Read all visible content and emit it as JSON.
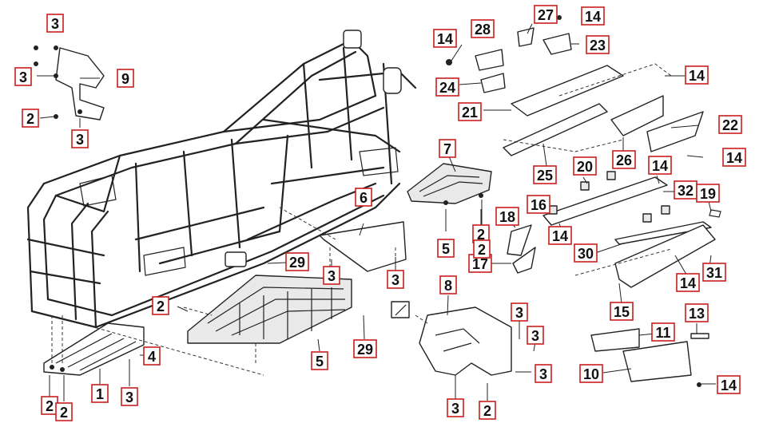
{
  "colors": {
    "callout_border": "#c81e1e",
    "line": "#222222",
    "background": "#ffffff"
  },
  "callouts": [
    {
      "id": "c3-top-left",
      "label": "3"
    },
    {
      "id": "c3-left-a",
      "label": "3"
    },
    {
      "id": "c9",
      "label": "9"
    },
    {
      "id": "c2-left",
      "label": "2"
    },
    {
      "id": "c3-left-b",
      "label": "3"
    },
    {
      "id": "c27",
      "label": "27"
    },
    {
      "id": "c14-top",
      "label": "14"
    },
    {
      "id": "c28",
      "label": "28"
    },
    {
      "id": "c23",
      "label": "23"
    },
    {
      "id": "c14-left",
      "label": "14"
    },
    {
      "id": "c24",
      "label": "24"
    },
    {
      "id": "c14-right-a",
      "label": "14"
    },
    {
      "id": "c21",
      "label": "21"
    },
    {
      "id": "c22",
      "label": "22"
    },
    {
      "id": "c7",
      "label": "7"
    },
    {
      "id": "c26",
      "label": "26"
    },
    {
      "id": "c14-right-b",
      "label": "14"
    },
    {
      "id": "c25",
      "label": "25"
    },
    {
      "id": "c20",
      "label": "20"
    },
    {
      "id": "c14-rail",
      "label": "14"
    },
    {
      "id": "c6",
      "label": "6"
    },
    {
      "id": "c32",
      "label": "32"
    },
    {
      "id": "c19",
      "label": "19"
    },
    {
      "id": "c16",
      "label": "16"
    },
    {
      "id": "c18",
      "label": "18"
    },
    {
      "id": "c2-mid",
      "label": "2"
    },
    {
      "id": "c14-mid",
      "label": "14"
    },
    {
      "id": "c5-bolt",
      "label": "5"
    },
    {
      "id": "c29-mid",
      "label": "29"
    },
    {
      "id": "c17",
      "label": "17"
    },
    {
      "id": "c30",
      "label": "30"
    },
    {
      "id": "c31",
      "label": "31"
    },
    {
      "id": "c3-mid-a",
      "label": "3"
    },
    {
      "id": "c3-mid-b",
      "label": "3"
    },
    {
      "id": "c14-lower",
      "label": "14"
    },
    {
      "id": "c8",
      "label": "8"
    },
    {
      "id": "c2-plate",
      "label": "2"
    },
    {
      "id": "c15",
      "label": "15"
    },
    {
      "id": "c13",
      "label": "13"
    },
    {
      "id": "c3-fender-a",
      "label": "3"
    },
    {
      "id": "c3-fender-b",
      "label": "3"
    },
    {
      "id": "c11",
      "label": "11"
    },
    {
      "id": "c29-low",
      "label": "29"
    },
    {
      "id": "c4",
      "label": "4"
    },
    {
      "id": "c2-bolt",
      "label": "2"
    },
    {
      "id": "c5",
      "label": "5"
    },
    {
      "id": "c3-fender-c",
      "label": "3"
    },
    {
      "id": "c10",
      "label": "10"
    },
    {
      "id": "c14-bottom",
      "label": "14"
    },
    {
      "id": "c3-bottom-left",
      "label": "3"
    },
    {
      "id": "c1",
      "label": "1"
    },
    {
      "id": "c2-bottom-a",
      "label": "2"
    },
    {
      "id": "c2-bottom-b",
      "label": "2"
    },
    {
      "id": "c3-bottom",
      "label": "3"
    },
    {
      "id": "c2-bottom-c",
      "label": "2"
    }
  ]
}
